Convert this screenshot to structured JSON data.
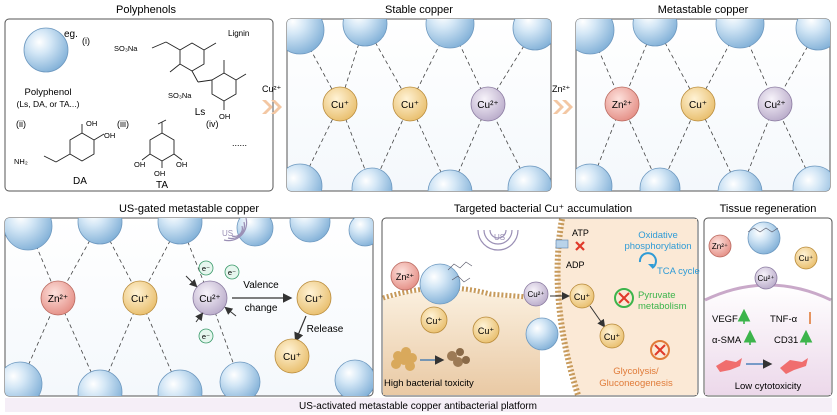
{
  "panels": {
    "polyphenols": {
      "title": "Polyphenols",
      "eg": "eg.",
      "label_i": "(i)",
      "label_ii": "(ii)",
      "label_iii": "(iii)",
      "label_iv": "(iv)",
      "dots": "......",
      "sphere_name": "Polyphenol",
      "sphere_sub": "(Ls, DA, or TA...)",
      "ls": "Ls",
      "lignin": "Lignin",
      "so3na": "SO₃Na",
      "oh": "OH",
      "nh2": "NH₂",
      "da": "DA",
      "ta": "TA"
    },
    "stable": {
      "title": "Stable copper"
    },
    "metastable": {
      "title": "Metastable copper"
    },
    "us_gated": {
      "title": "US-gated metastable copper",
      "us": "US",
      "valence": "Valence",
      "change": "change",
      "release": "Release",
      "electron": "e⁻"
    },
    "targeted": {
      "title": "Targeted bacterial Cu⁺ accumulation",
      "atp": "ATP",
      "adp": "ADP",
      "oxphos1": "Oxidative",
      "oxphos2": "phosphorylation",
      "tca": "TCA cycle",
      "pyruvate1": "Pyruvate",
      "pyruvate2": "metabolism",
      "glyco1": "Glycolysis/",
      "glyco2": "Gluconeogenesis",
      "toxicity": "High bacterial toxicity",
      "us": "US"
    },
    "tissue": {
      "title": "Tissue regeneration",
      "vegf": "VEGF",
      "tnf": "TNF-α",
      "asma": "α-SMA",
      "cd31": "CD31",
      "low": "Low cytotoxicity"
    }
  },
  "ions": {
    "cu1": "Cu⁺",
    "cu2": "Cu²⁺",
    "zn2": "Zn²⁺"
  },
  "arrows": {
    "cu2_label": "Cu²⁺",
    "zn2_label": "Zn²⁺"
  },
  "footer": "US-activated metastable copper antibacterial platform",
  "colors": {
    "cu1_fill": "#f3d9a0",
    "cu2_fill": "#ddd5e6",
    "zn_fill": "#f0b8b0",
    "sphere": "#a9cbe8",
    "chevron": "#f3c7a3",
    "arrow_red": "#e03a2a",
    "arrow_green": "#3cb44b",
    "arrow_blue": "#2f9bd6",
    "text_blue": "#2f9bd6",
    "text_green": "#3cb44b",
    "text_orange": "#e07b39",
    "footer_bg": "#f5eef7"
  }
}
